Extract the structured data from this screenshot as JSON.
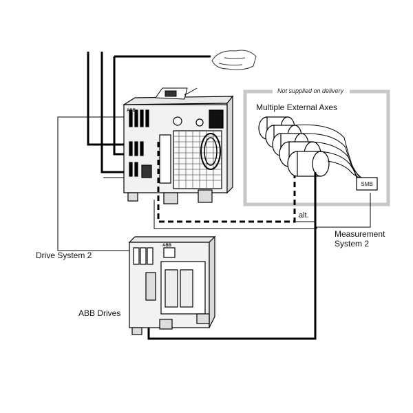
{
  "labels": {
    "not_supplied": "Not supplied on delivery",
    "multiple_axes": "Multiple External Axes",
    "smb": "SMB",
    "alt": "alt.",
    "measurement_line1": "Measurement",
    "measurement_line2": "System 2",
    "drive_system": "Drive System 2",
    "abb_drives": "ABB Drives",
    "brand": "ABB"
  },
  "colors": {
    "line": "#000000",
    "box_border": "#c8c8c8",
    "cabinet_fill": "#f2f2f2"
  }
}
